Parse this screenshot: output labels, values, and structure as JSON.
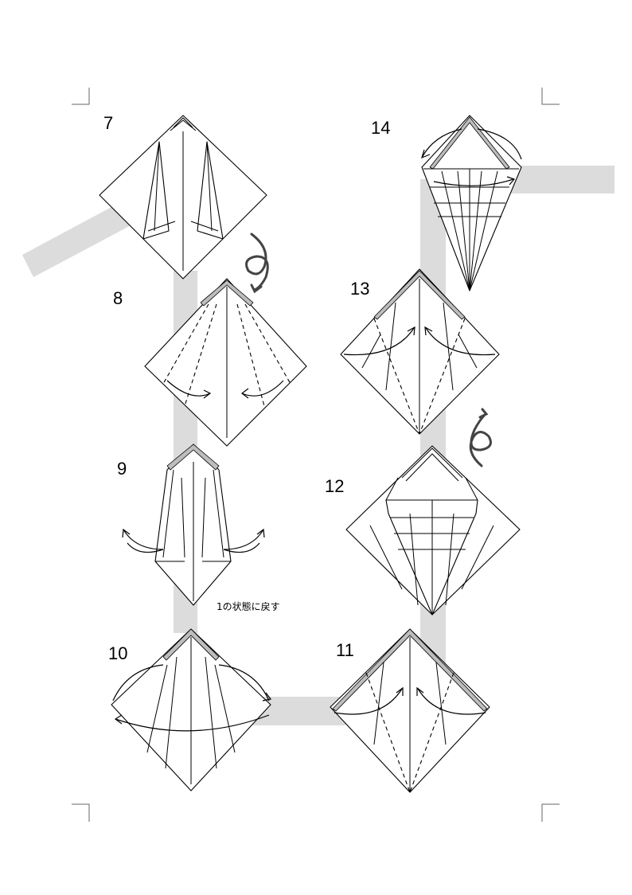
{
  "steps": [
    {
      "id": "7",
      "label": "7"
    },
    {
      "id": "8",
      "label": "8"
    },
    {
      "id": "9",
      "label": "9"
    },
    {
      "id": "10",
      "label": "10"
    },
    {
      "id": "11",
      "label": "11"
    },
    {
      "id": "12",
      "label": "12"
    },
    {
      "id": "13",
      "label": "13"
    },
    {
      "id": "14",
      "label": "14"
    }
  ],
  "notes": {
    "step9": "1の状態に戻す"
  },
  "colors": {
    "flow_band": "#dcdcdc",
    "paper_edge": "#bdbdbd",
    "line": "#000000"
  },
  "icons": [
    "turn-over-icon",
    "fold-arrow-icon"
  ]
}
